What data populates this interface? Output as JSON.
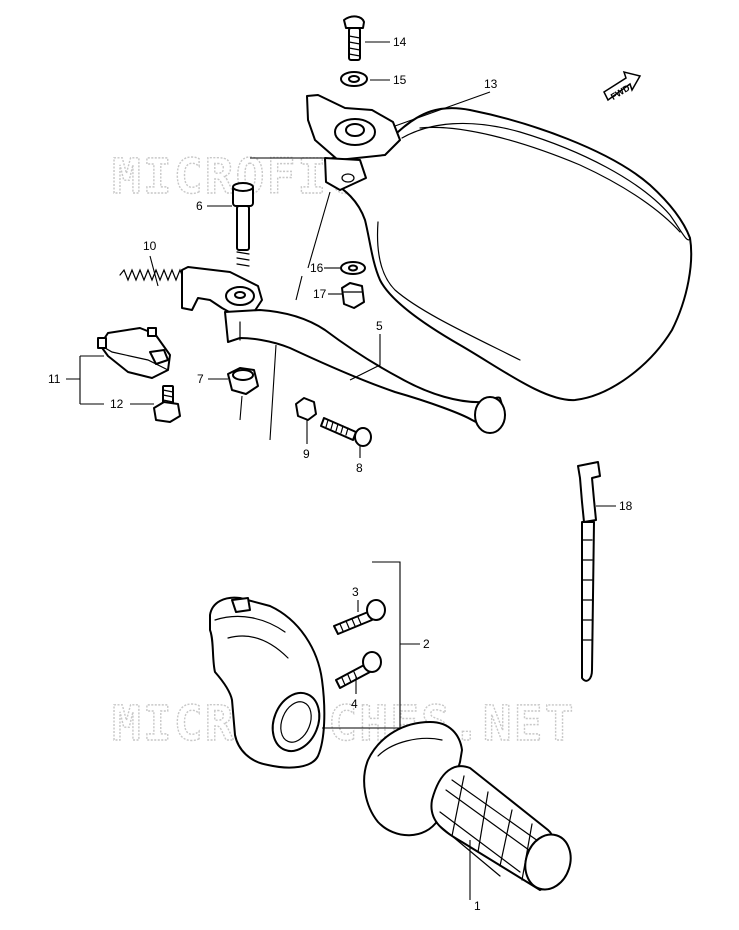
{
  "watermark": "MICROFICHES.NET",
  "direction_marker": "FWD",
  "parts": [
    {
      "id": "p1",
      "label": "1"
    },
    {
      "id": "p2",
      "label": "2"
    },
    {
      "id": "p3",
      "label": "3"
    },
    {
      "id": "p4",
      "label": "4"
    },
    {
      "id": "p5",
      "label": "5"
    },
    {
      "id": "p6",
      "label": "6"
    },
    {
      "id": "p7",
      "label": "7"
    },
    {
      "id": "p8",
      "label": "8"
    },
    {
      "id": "p9",
      "label": "9"
    },
    {
      "id": "p10",
      "label": "10"
    },
    {
      "id": "p11",
      "label": "11"
    },
    {
      "id": "p12",
      "label": "12"
    },
    {
      "id": "p13",
      "label": "13"
    },
    {
      "id": "p14",
      "label": "14"
    },
    {
      "id": "p15",
      "label": "15"
    },
    {
      "id": "p16",
      "label": "16"
    },
    {
      "id": "p17",
      "label": "17"
    },
    {
      "id": "p18",
      "label": "18"
    }
  ]
}
